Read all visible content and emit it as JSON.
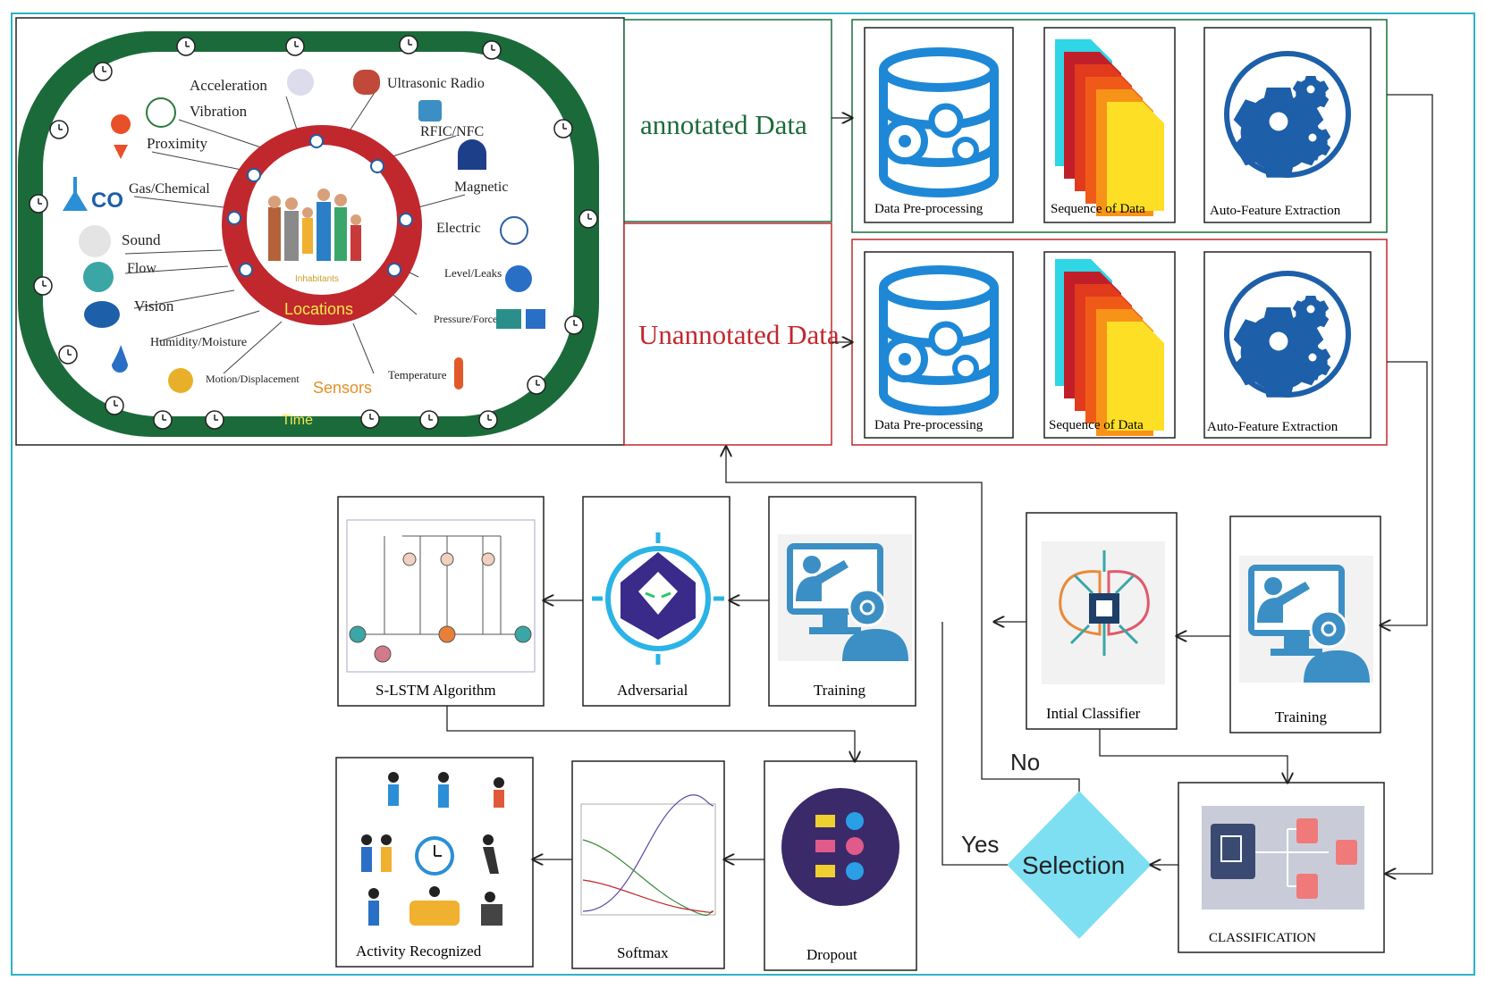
{
  "context_panel": {
    "sensors": {
      "acceleration": "Acceleration",
      "ultrasonic": "Ultrasonic Radio",
      "vibration": "Vibration",
      "rfid": "RFIC/NFC",
      "proximity": "Proximity",
      "magnetic": "Magnetic",
      "gas": "Gas/Chemical",
      "co": "CO",
      "electric": "Electric",
      "sound": "Sound",
      "level": "Level/Leaks",
      "flow": "Flow",
      "vision": "Vision",
      "pressure": "Pressure/Force",
      "humidity": "Humidity/Moisture",
      "temperature": "Temperature",
      "motion": "Motion/Displacement"
    },
    "inhabitants": "Inhabitants",
    "locations": "Locations",
    "sensors_label": "Sensors",
    "time": "Time"
  },
  "annotated": {
    "title": "annotated  Data",
    "steps": [
      "Data Pre-processing",
      "Sequence of Data",
      "Auto-Feature Extraction"
    ]
  },
  "unannotated": {
    "title": "Unannotated  Data",
    "steps": [
      "Data Pre-processing",
      "Sequence of Data",
      "Auto-Feature Extraction"
    ]
  },
  "pipeline": {
    "slstm": "S-LSTM Algorithm",
    "adversarial": "Adversarial",
    "training_mid": "Training",
    "initial_classifier": "Intial Classifier",
    "training_right": "Training",
    "activity": "Activity Recognized",
    "softmax": "Softmax",
    "dropout": "Dropout",
    "selection": "Selection",
    "classification": "CLASSIFICATION",
    "no": "No",
    "yes": "Yes"
  },
  "colors": {
    "frame": "#2ab3c6",
    "green": "#1b6b3a",
    "red": "#c0282e",
    "blue_icon": "#1d5fa8",
    "diamond": "#7fdff2"
  }
}
